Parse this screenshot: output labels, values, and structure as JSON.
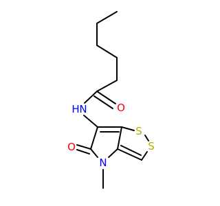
{
  "molecule": {
    "atom_labels": {
      "oxygen_amide": "O",
      "nitrogen_amide": "N",
      "hydrogen_amide": "H",
      "oxygen_lactam": "O",
      "nitrogen_ring": "N",
      "sulfur_1": "S",
      "sulfur_2": "S"
    },
    "colors": {
      "bond": "#000000",
      "oxygen": "#ff0000",
      "nitrogen": "#0000ff",
      "sulfur": "#b2b200",
      "hydrogen": "#0000ff"
    }
  }
}
